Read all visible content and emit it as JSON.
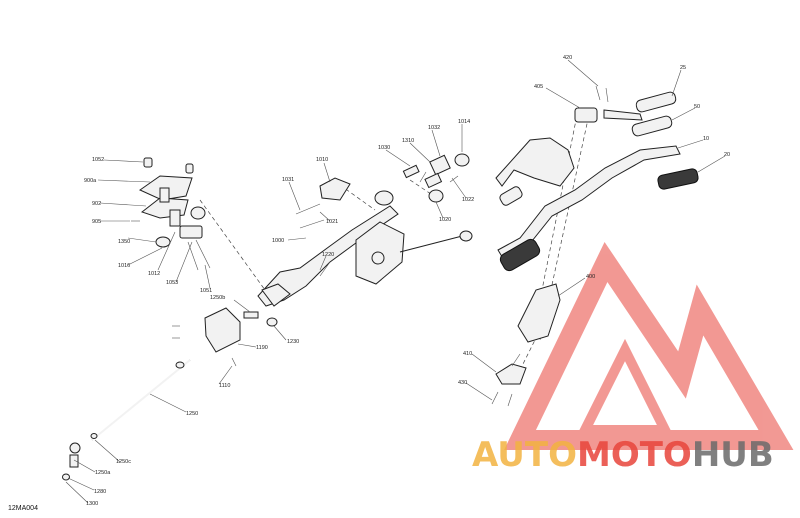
{
  "diagram": {
    "code": "12MA004",
    "callouts": [
      "1052",
      "900a",
      "902",
      "905",
      "1350",
      "1016",
      "1012",
      "1053",
      "1051",
      "1250b",
      "1190",
      "1110",
      "1250",
      "1250c",
      "1250a",
      "1280",
      "1300",
      "1230",
      "1220",
      "1000",
      "1010",
      "1021",
      "1031",
      "1030",
      "1310",
      "1032",
      "1014",
      "1022",
      "1020",
      "420",
      "405",
      "25",
      "50",
      "10",
      "20",
      "400",
      "410",
      "430"
    ]
  },
  "watermark": {
    "text_a": "AUTO",
    "text_b": "MOTO",
    "text_c": "HUB",
    "color_a": "#f3b341",
    "color_b": "#e8453c",
    "color_c": "#6b6b6b"
  }
}
